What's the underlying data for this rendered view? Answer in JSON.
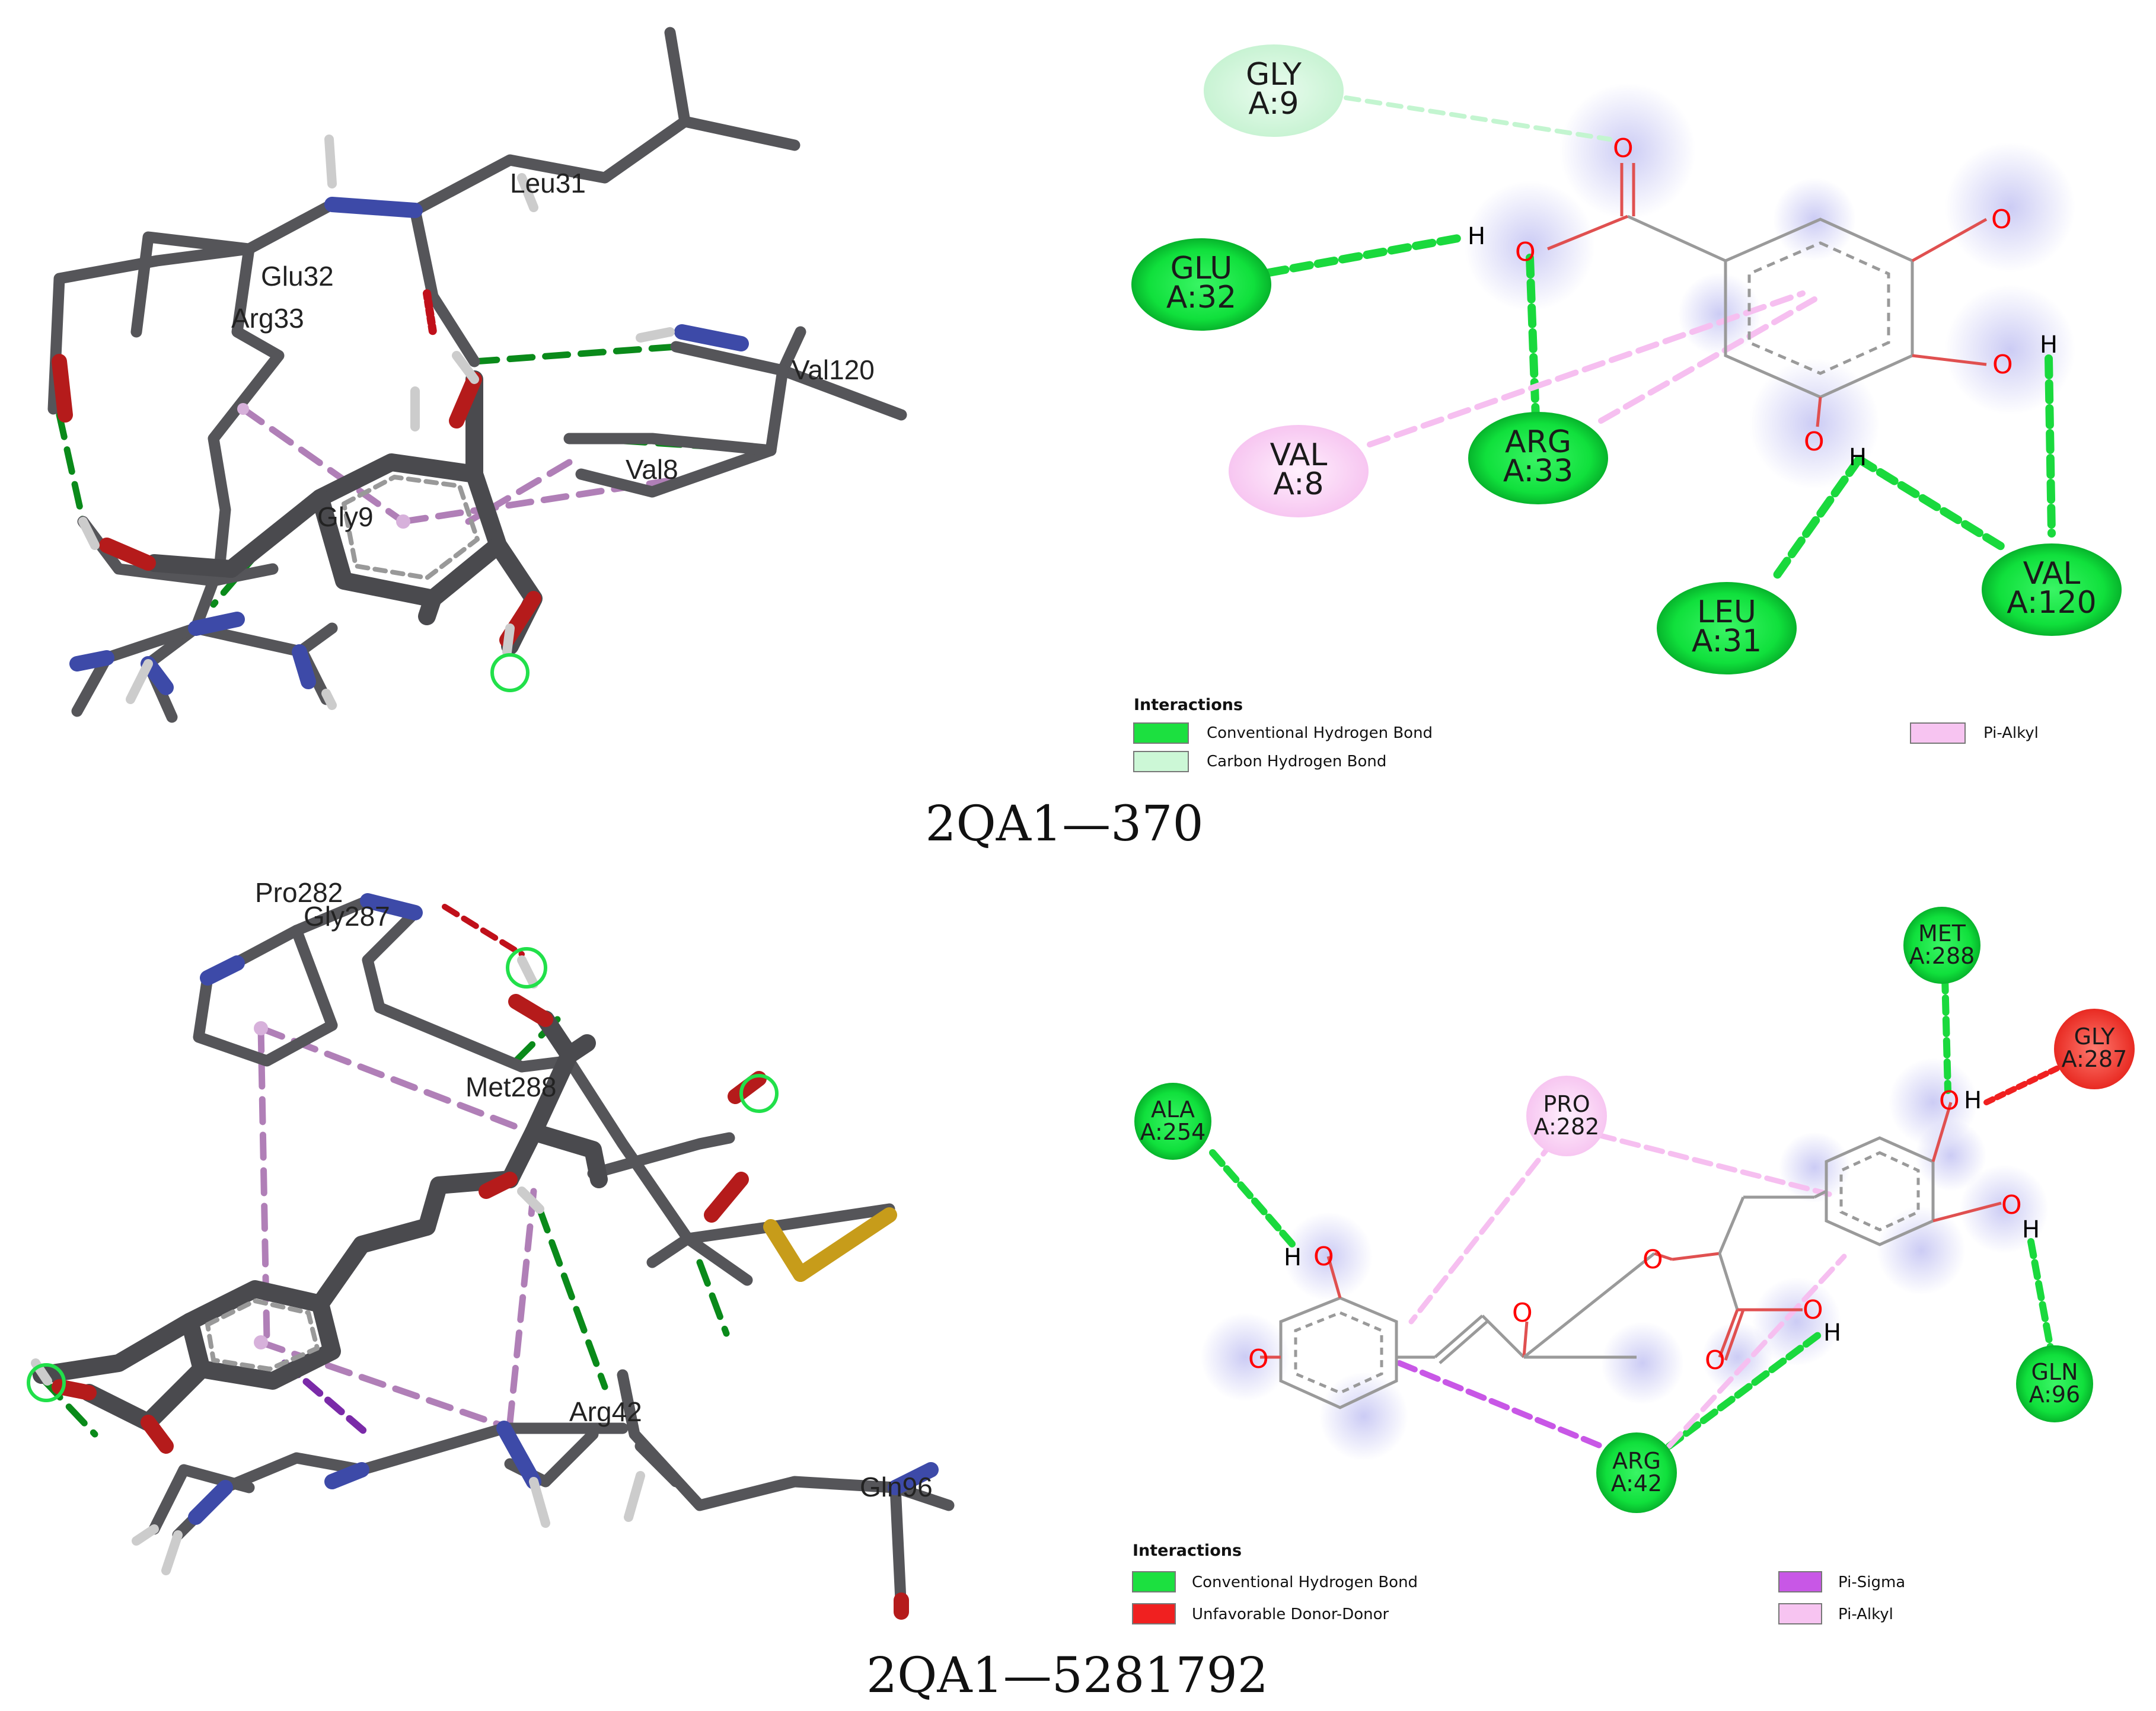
{
  "panels": [
    {
      "caption": "2QA1—370",
      "view3d_labels": [
        "Leu31",
        "Glu32",
        "Arg33",
        "Val120",
        "Gly9",
        "Val8"
      ],
      "residues": [
        {
          "line1": "GLY",
          "line2": "A:9"
        },
        {
          "line1": "GLU",
          "line2": "A:32"
        },
        {
          "line1": "ARG",
          "line2": "A:33"
        },
        {
          "line1": "VAL",
          "line2": "A:8"
        },
        {
          "line1": "LEU",
          "line2": "A:31"
        },
        {
          "line1": "VAL",
          "line2": "A:120"
        }
      ],
      "atom_labels": [
        "O",
        "O",
        "H",
        "O",
        "O",
        "H",
        "O",
        "H"
      ],
      "legend": {
        "title": "Interactions",
        "items": [
          "Conventional Hydrogen Bond",
          "Carbon Hydrogen Bond",
          "Pi-Alkyl"
        ]
      }
    },
    {
      "caption": "2QA1—5281792",
      "view3d_labels": [
        "Pro282",
        "Gly287",
        "Met288",
        "Arg42",
        "Gln96"
      ],
      "residues": [
        {
          "line1": "MET",
          "line2": "A:288"
        },
        {
          "line1": "GLY",
          "line2": "A:287"
        },
        {
          "line1": "ALA",
          "line2": "A:254"
        },
        {
          "line1": "PRO",
          "line2": "A:282"
        },
        {
          "line1": "GLN",
          "line2": "A:96"
        },
        {
          "line1": "ARG",
          "line2": "A:42"
        }
      ],
      "atom_labels": [
        "O",
        "H",
        "O",
        "H",
        "H",
        "O",
        "O",
        "O",
        "O",
        "O",
        "O",
        "H"
      ],
      "legend": {
        "title": "Interactions",
        "items": [
          "Conventional Hydrogen Bond",
          "Unfavorable Donor-Donor",
          "Pi-Sigma",
          "Pi-Alkyl"
        ]
      }
    }
  ],
  "colors": {
    "conventional_hbond": "#00e02c",
    "carbon_hbond": "#ccf7d6",
    "pi_alkyl": "#f7c4f1",
    "pi_sigma": "#c857e6",
    "unfavorable": "#f02020",
    "hbond_3d": "#0a8a1a",
    "pi_3d": "#b07fb7"
  }
}
